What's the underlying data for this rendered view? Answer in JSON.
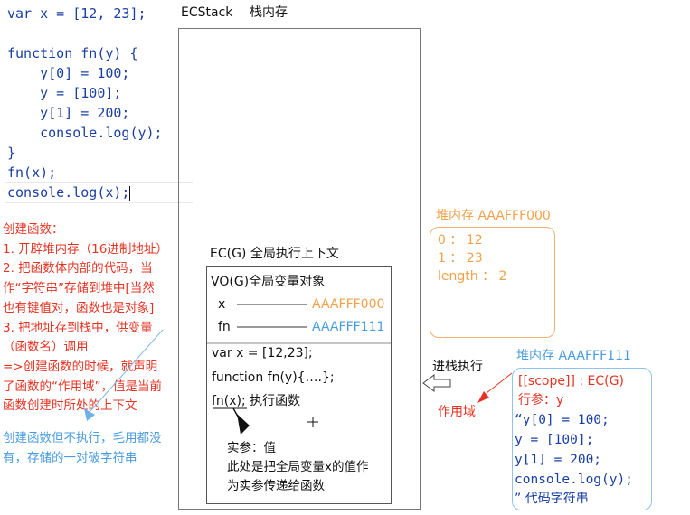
{
  "code": {
    "lines": [
      "var x = [12, 23];",
      "",
      "function fn(y) {",
      "    y[0] = 100;",
      "    y = [100];",
      "    y[1] = 200;",
      "    console.log(y);",
      "}",
      "fn(x);",
      "console.log(x);"
    ]
  },
  "ecstack": {
    "title": "ECStack",
    "subtitle": "栈内存"
  },
  "notes_create": {
    "lines": [
      "创建函数：",
      "1. 开辟堆内存（16进制地址）",
      "2. 把函数体内部的代码，当",
      "作“字符串”存储到堆中[当然",
      "也有键值对，函数也是对象]",
      "3. 把地址存到栈中，供变量",
      "（函数名）调用",
      "=>创建函数的时候，就声明",
      "了函数的“作用域”，值是当前",
      "函数创建时所处的上下文"
    ]
  },
  "notes_notexec": {
    "lines": [
      "创建函数但不执行，毛用都没",
      "有，存储的一对破字符串"
    ]
  },
  "ecg": {
    "title": "EC(G)  全局执行上下文",
    "vo_title": "VO(G)全局变量对象",
    "var_x": "x",
    "addr_x": "AAAFFF000",
    "var_fn": "fn",
    "addr_fn": "AAAFFF111",
    "stmt1": "var x = [12,23];",
    "stmt2": "function fn(y){….};",
    "stmt3": "fn(x);  执行函数",
    "arg_note": [
      "实参：值",
      "此处是把全局变量x的值作",
      "为实参传递给函数"
    ]
  },
  "heap_array": {
    "title": "堆内存 AAAFFF000",
    "rows": [
      "0 ： 12",
      "1 ： 23",
      "length ： 2"
    ]
  },
  "push_label": "进栈执行",
  "scope_label": "作用域",
  "heap_fn": {
    "title": "堆内存 AAAFFF111",
    "scope": "[[scope]] : EC(G)",
    "param": "行参：y",
    "code": [
      "“y[0] = 100;",
      "y = [100];",
      "y[1] = 200;",
      "console.log(y);",
      "” 代码字符串"
    ]
  },
  "colors": {
    "red": "#e53323",
    "blue": "#4a9ce0",
    "orange": "#f0a24a"
  }
}
